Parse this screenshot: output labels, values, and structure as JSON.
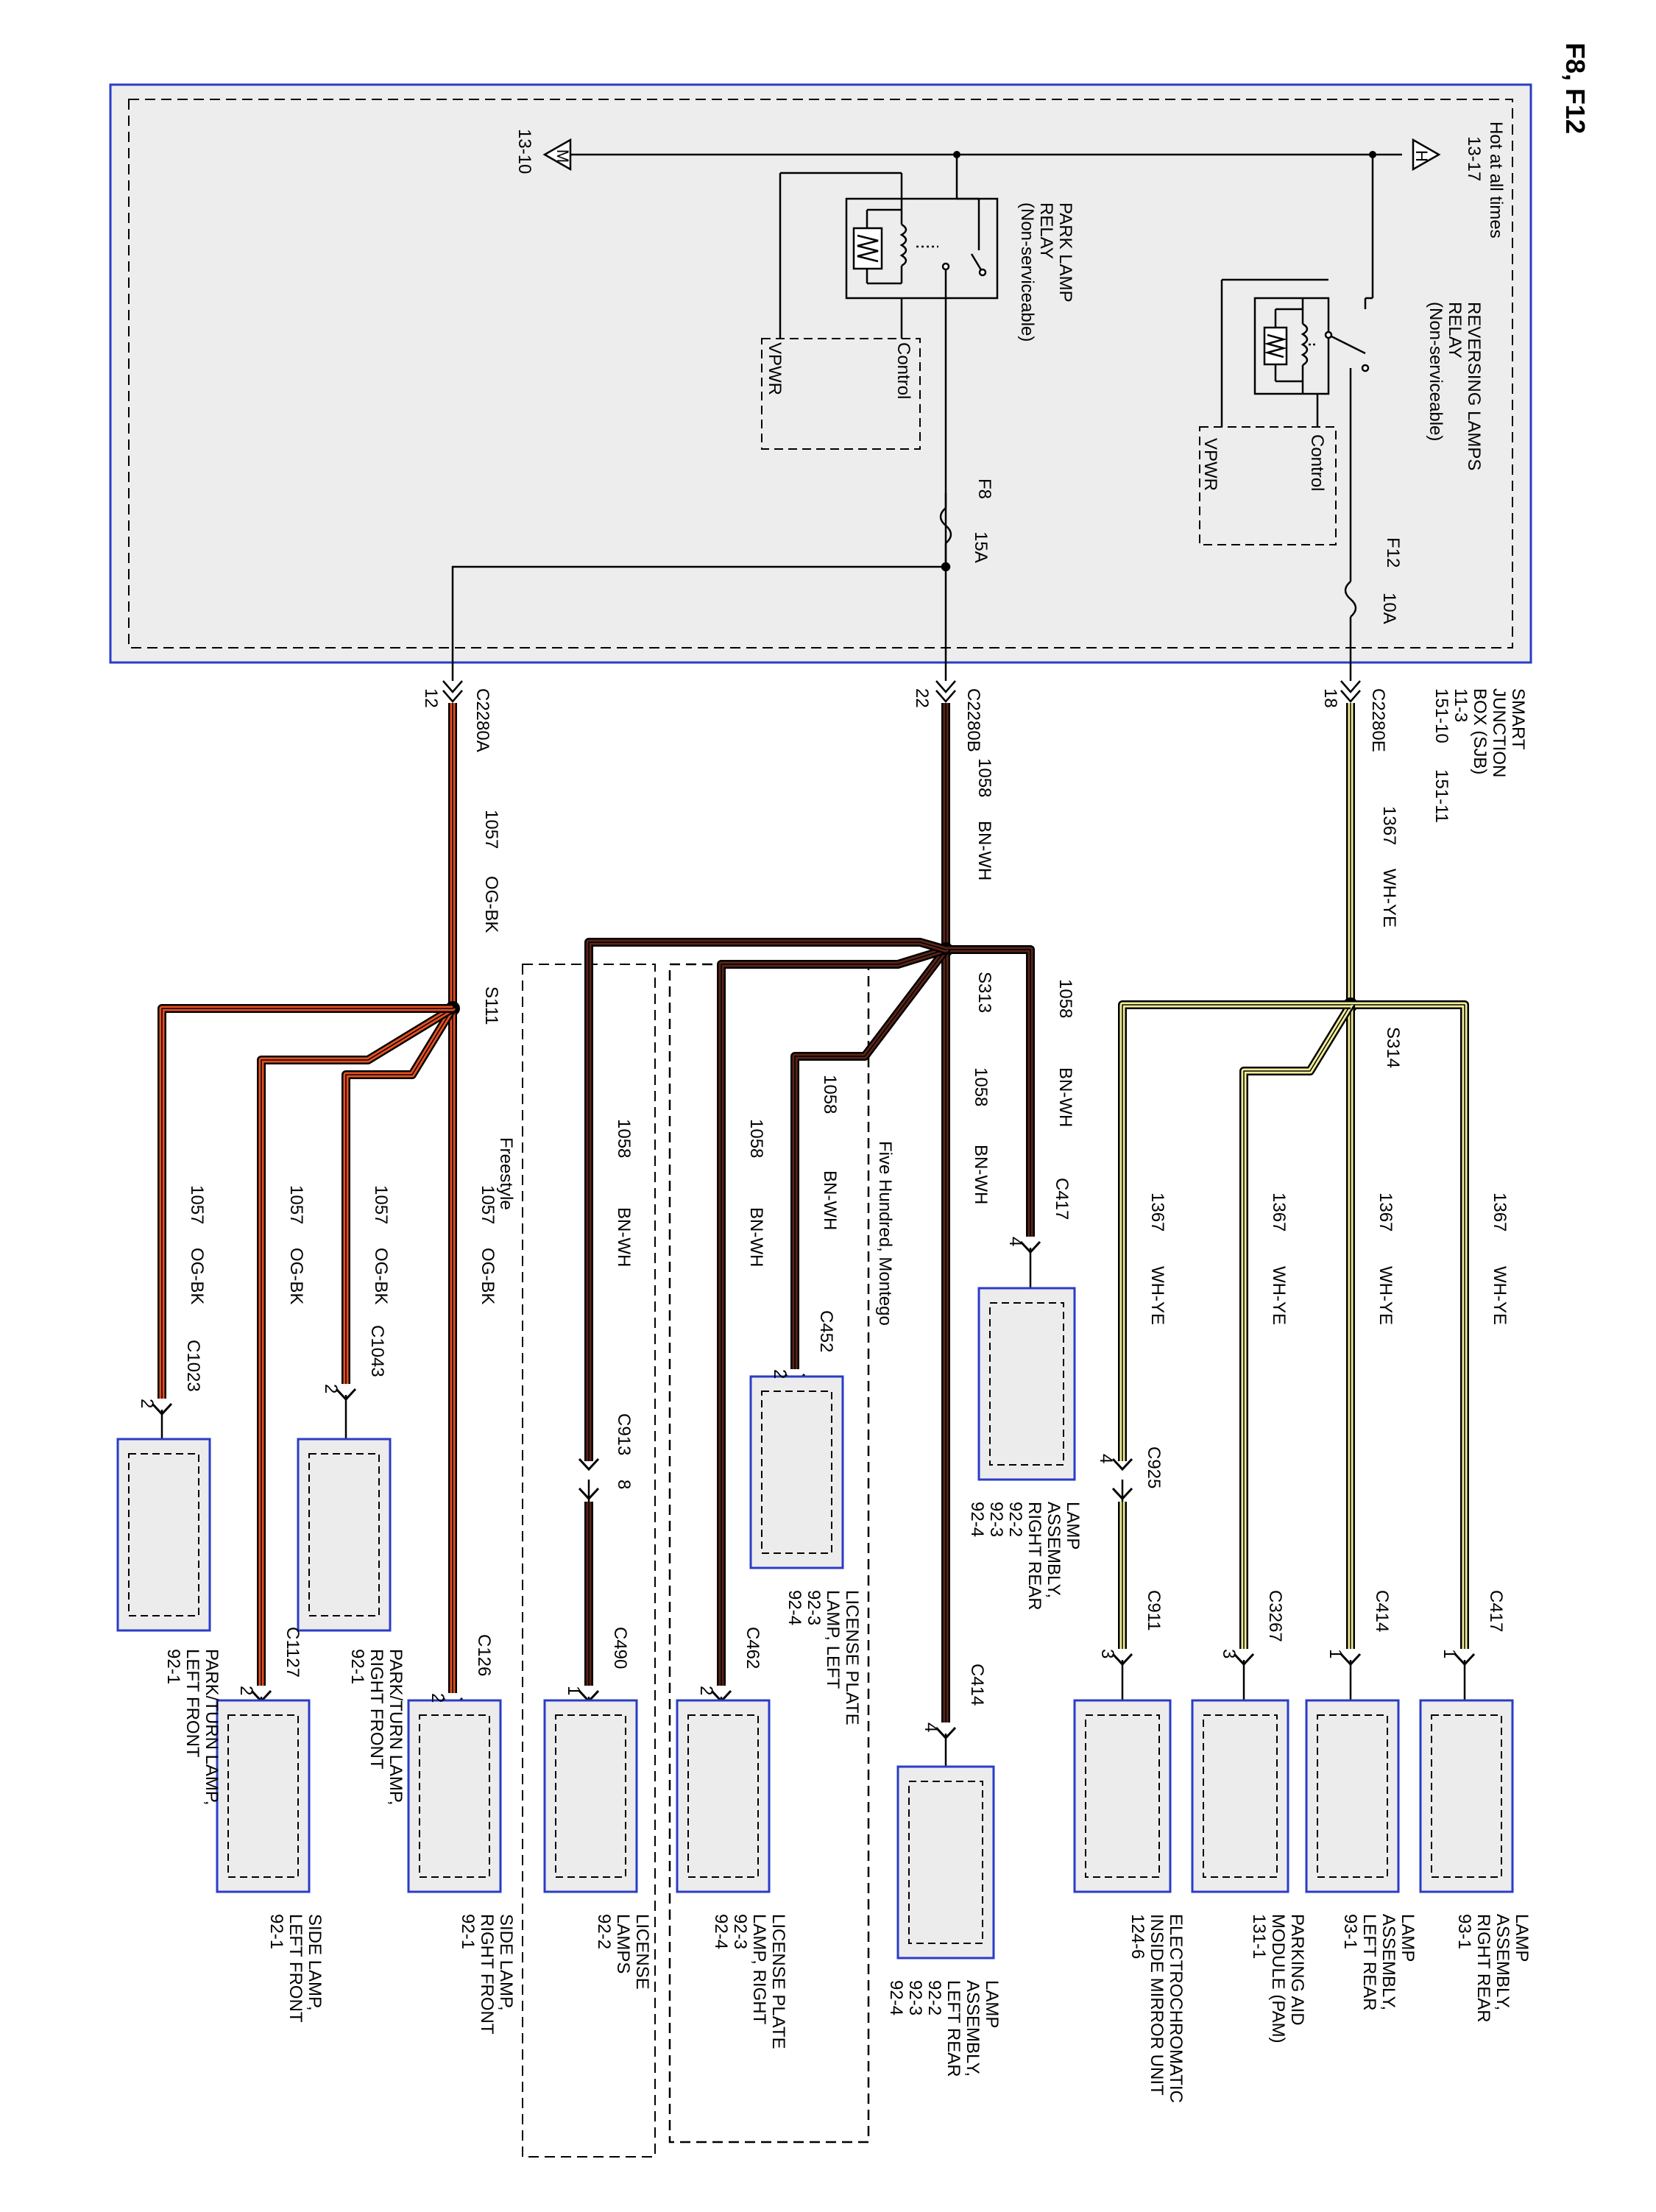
{
  "page_header": "F8, F12",
  "sjb": {
    "hot_at_all_times": "Hot at all times",
    "hot_ref": "13-17",
    "ground_ref": "13-10",
    "title": [
      "SMART",
      "JUNCTION",
      "BOX (SJB)"
    ],
    "refs": [
      "11-3",
      "151-10",
      "151-11"
    ]
  },
  "relays": {
    "reversing": {
      "lines": [
        "REVERSING LAMPS",
        "RELAY",
        "(Non-serviceable)"
      ],
      "control": "Control",
      "vpwr": "VPWR"
    },
    "park": {
      "lines": [
        "PARK LAMP",
        "RELAY",
        "(Non-serviceable)"
      ],
      "control": "Control",
      "vpwr": "VPWR"
    }
  },
  "fuses": {
    "f12": {
      "name": "F12",
      "rating": "10A"
    },
    "f8": {
      "name": "F8",
      "rating": "15A"
    }
  },
  "connectors": {
    "c2280e": {
      "label": "C2280E",
      "pin": "18"
    },
    "c2280b": {
      "label": "C2280B",
      "pin": "22"
    },
    "c2280a": {
      "label": "C2280A",
      "pin": "12"
    }
  },
  "circuits": {
    "wh_ye": {
      "number": "1367",
      "color": "WH-YE",
      "hex": "#f2ee9a"
    },
    "bn_wh": {
      "number": "1058",
      "color": "BN-WH",
      "hex": "#5a2418"
    },
    "og_bk": {
      "number": "1057",
      "color": "OG-BK",
      "hex": "#e8501f"
    }
  },
  "splices": {
    "s314": "S314",
    "s313": "S313",
    "s111": "S111"
  },
  "variants": {
    "five_hundred": "Five Hundred, Montego",
    "freestyle": "Freestyle"
  },
  "branches": {
    "rr_lamp_c417": {
      "connector": "C417",
      "pin": "1",
      "label": [
        "LAMP",
        "ASSEMBLY,",
        "RIGHT REAR",
        "93-1"
      ]
    },
    "lr_lamp_c414": {
      "connector": "C414",
      "pin": "1",
      "label": [
        "LAMP",
        "ASSEMBLY,",
        "LEFT REAR",
        "93-1"
      ]
    },
    "pam_c3267": {
      "connector": "C3267",
      "pin": "3",
      "label": [
        "PARKING AID",
        "MODULE (PAM)",
        "131-1"
      ]
    },
    "mirror_c911": {
      "connector": "C911",
      "pin": "3",
      "inline": "C925",
      "inline_pin": "4",
      "label": [
        "ELECTROCHROMATIC",
        "INSIDE MIRROR UNIT",
        "124-6"
      ]
    },
    "rr_park_c417": {
      "connector": "C417",
      "pin": "4",
      "label": [
        "LAMP",
        "ASSEMBLY,",
        "RIGHT REAR",
        "92-2",
        "92-3",
        "92-4"
      ]
    },
    "lr_park_c414": {
      "connector": "C414",
      "pin": "4",
      "label": [
        "LAMP",
        "ASSEMBLY,",
        "LEFT REAR",
        "92-2",
        "92-3",
        "92-4"
      ]
    },
    "lic_left_c452": {
      "connector": "C452",
      "pin": "2",
      "label": [
        "LICENSE PLATE",
        "LAMP, LEFT",
        "92-3",
        "92-4"
      ]
    },
    "lic_right_c462": {
      "connector": "C462",
      "pin": "2",
      "label": [
        "LICENSE PLATE",
        "LAMP, RIGHT",
        "92-3",
        "92-4"
      ]
    },
    "lic_lamps_c490": {
      "connector": "C490",
      "pin": "1",
      "inline": "C913",
      "inline_pin": "8",
      "label": [
        "LICENSE",
        "LAMPS",
        "92-2"
      ]
    },
    "side_rf_c126": {
      "connector": "C126",
      "pin": "2",
      "label": [
        "SIDE LAMP,",
        "RIGHT FRONT",
        "92-1"
      ]
    },
    "pt_rf_c1043": {
      "connector": "C1043",
      "pin": "2",
      "label": [
        "PARK/TURN LAMP,",
        "RIGHT FRONT",
        "92-1"
      ]
    },
    "side_lf_c1127": {
      "connector": "C1127",
      "pin": "2",
      "label": [
        "SIDE LAMP,",
        "LEFT FRONT",
        "92-1"
      ]
    },
    "pt_lf_c1023": {
      "connector": "C1023",
      "pin": "2",
      "label": [
        "PARK/TURN LAMP,",
        "LEFT FRONT",
        "92-1"
      ]
    }
  }
}
